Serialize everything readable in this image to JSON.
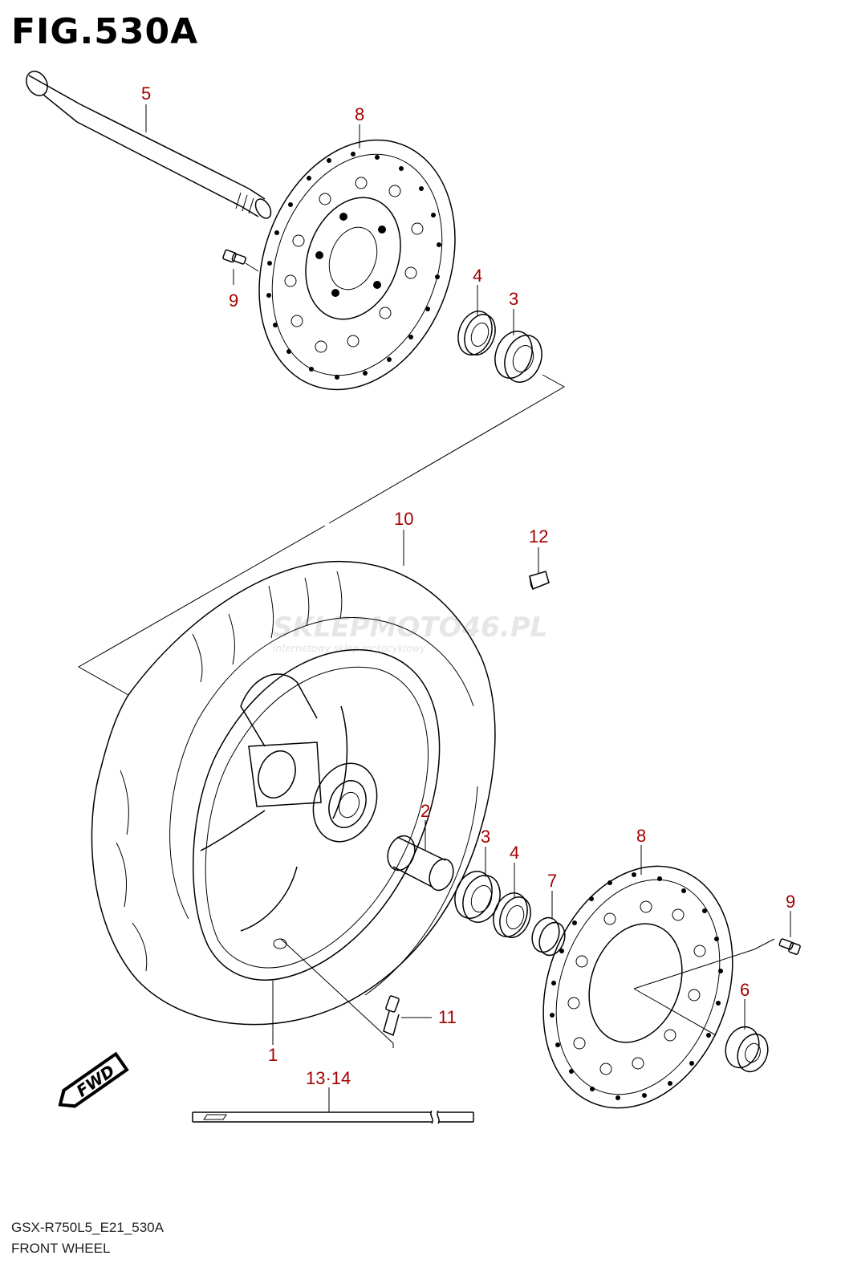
{
  "figure": {
    "title": "FIG.530A",
    "model_code": "GSX-R750L5_E21_530A",
    "name": "FRONT WHEEL"
  },
  "watermark": {
    "main": "SKLEPMOTO46.PL",
    "sub": "internetowy sklep motocyklowy"
  },
  "badges": {
    "fwd": "FWD"
  },
  "callouts": [
    {
      "id": "c5",
      "label": "5"
    },
    {
      "id": "c8a",
      "label": "8"
    },
    {
      "id": "c9a",
      "label": "9"
    },
    {
      "id": "c4a",
      "label": "4"
    },
    {
      "id": "c3a",
      "label": "3"
    },
    {
      "id": "c10",
      "label": "10"
    },
    {
      "id": "c12",
      "label": "12"
    },
    {
      "id": "c2",
      "label": "2"
    },
    {
      "id": "c3b",
      "label": "3"
    },
    {
      "id": "c4b",
      "label": "4"
    },
    {
      "id": "c7",
      "label": "7"
    },
    {
      "id": "c8b",
      "label": "8"
    },
    {
      "id": "c9b",
      "label": "9"
    },
    {
      "id": "c6",
      "label": "6"
    },
    {
      "id": "c11",
      "label": "11"
    },
    {
      "id": "c1",
      "label": "1"
    },
    {
      "id": "c1314",
      "label": "13·14"
    }
  ],
  "colors": {
    "callout": "#a40000",
    "line": "#000000",
    "watermark": "#e6e6e6"
  }
}
